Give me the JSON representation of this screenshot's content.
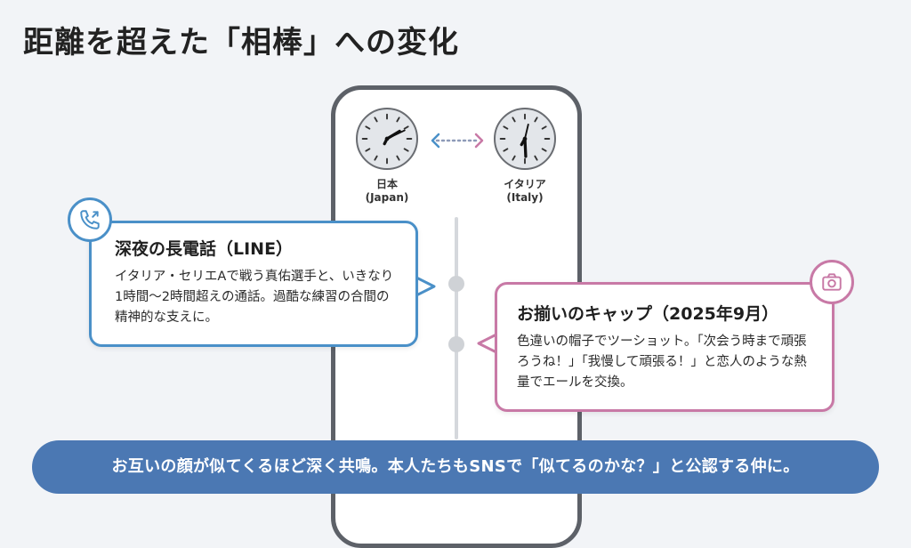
{
  "title": "距離を超えた「相棒」への変化",
  "clocks": {
    "japan": {
      "label": "日本",
      "sublabel": "(Japan)"
    },
    "italy": {
      "label": "イタリア",
      "sublabel": "(Italy)"
    }
  },
  "cards": {
    "line_call": {
      "title": "深夜の長電話（LINE）",
      "body": "イタリア・セリエAで戦う真佑選手と、いきなり1時間〜2時間超えの通話。過酷な練習の合間の精神的な支えに。",
      "icon": "phone-call-icon"
    },
    "matching_cap": {
      "title": "お揃いのキャップ（2025年9月）",
      "body": "色違いの帽子でツーショット。「次会う時まで頑張ろうね！」「我慢して頑張る！」と恋人のような熱量でエールを交換。",
      "icon": "camera-icon"
    }
  },
  "banner": "お互いの顔が似てくるほど深く共鳴。本人たちもSNSで「似てるのかな？」と公認する仲に。",
  "colors": {
    "blue_accent": "#4a90c8",
    "pink_accent": "#c879a6",
    "banner_bg": "#4b78b3"
  }
}
